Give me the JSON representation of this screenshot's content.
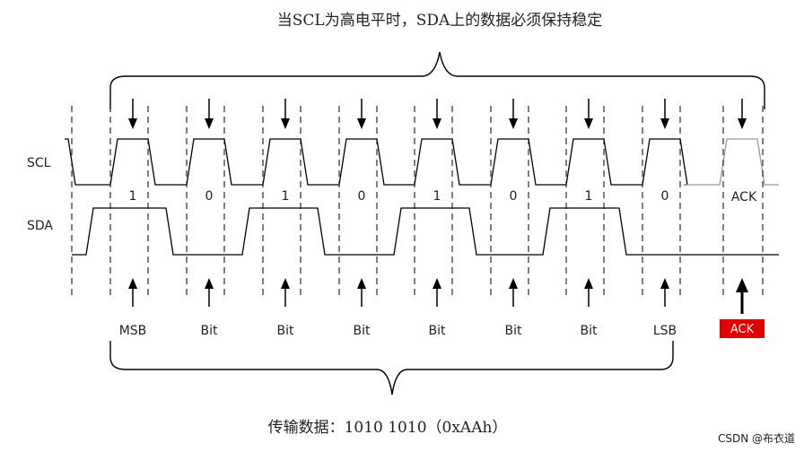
{
  "top_caption": "当SCL为高电平时，SDA上的数据必须保持稳定",
  "bottom_caption": "传输数据：1010 1010（0xAAh）",
  "signals": {
    "scl": "SCL",
    "sda": "SDA"
  },
  "bits": [
    "1",
    "0",
    "1",
    "0",
    "1",
    "0",
    "1",
    "0"
  ],
  "ack_bit": "ACK",
  "markers": [
    "MSB",
    "Bit",
    "Bit",
    "Bit",
    "Bit",
    "Bit",
    "Bit",
    "LSB"
  ],
  "ack_marker": "ACK",
  "watermark": "CSDN @布衣道",
  "colors": {
    "line": "#000000",
    "ack_box": "#e00000",
    "ack_text": "#ffffff",
    "ack_pulse": "#999999"
  }
}
